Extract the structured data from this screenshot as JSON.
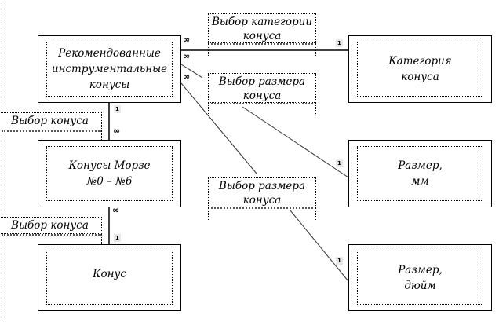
{
  "diagram": {
    "type": "entity-relationship",
    "entities": [
      {
        "id": "recommended",
        "label": "Рекомендованные\nинструментальные\nконусы"
      },
      {
        "id": "morse",
        "label": "Конусы Морзе\n№0 – №6"
      },
      {
        "id": "cone",
        "label": "Конус"
      },
      {
        "id": "category",
        "label": "Категория\nконуса"
      },
      {
        "id": "size_mm",
        "label": "Размер,\nмм"
      },
      {
        "id": "size_inch",
        "label": "Размер,\nдюйм"
      }
    ],
    "relationships": [
      {
        "label": "Выбор категории\nконуса",
        "from": "recommended",
        "to": "category",
        "from_card": "∞",
        "to_card": "1"
      },
      {
        "label": "Выбор размера\nконуса",
        "from": "recommended",
        "to": "size_mm",
        "from_card": "∞",
        "to_card": "1"
      },
      {
        "label": "Выбор размера\nконуса",
        "from": "recommended",
        "to": "size_inch",
        "from_card": "∞",
        "to_card": "1"
      },
      {
        "label": "Выбор конуса",
        "from": "recommended",
        "to": "morse",
        "from_card": "1",
        "to_card": "∞"
      },
      {
        "label": "Выбор конуса",
        "from": "morse",
        "to": "cone",
        "from_card": "∞",
        "to_card": "1"
      }
    ],
    "cardinality": {
      "one": "1",
      "many": "∞"
    }
  }
}
